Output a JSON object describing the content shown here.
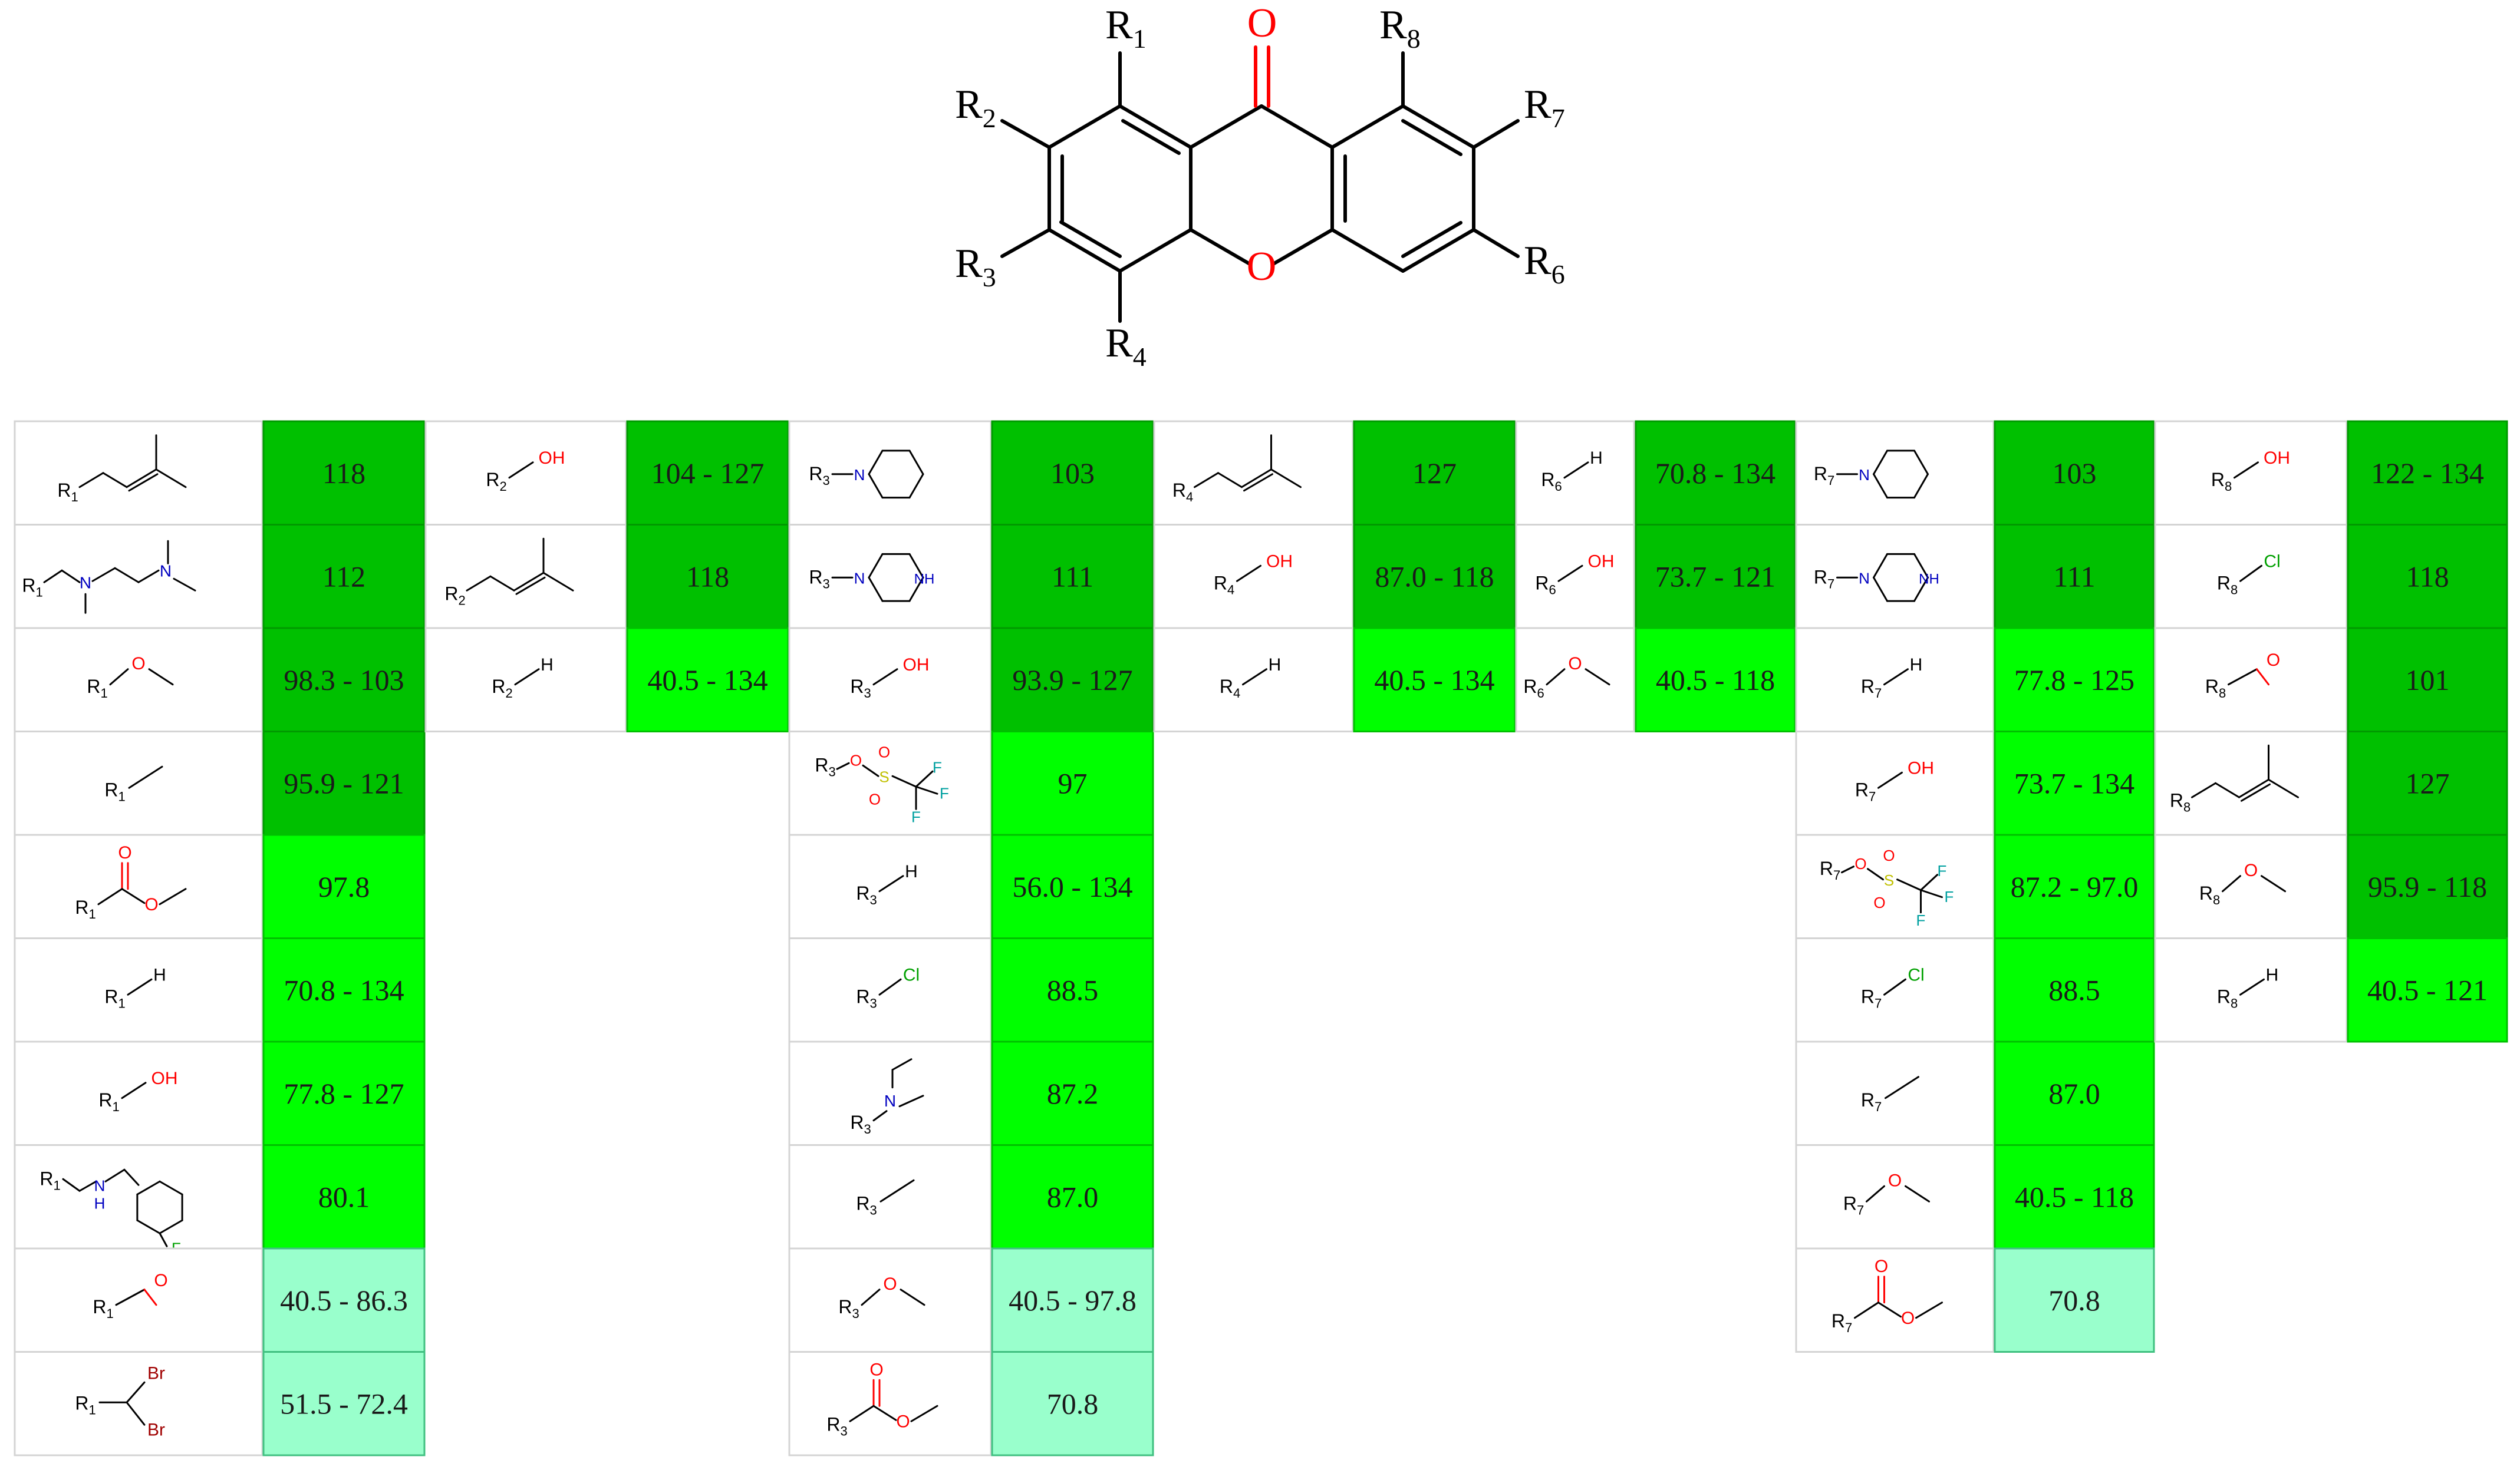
{
  "core": {
    "carbonyl_oxygen": "O",
    "ring_oxygen": "O",
    "labels": [
      {
        "key": "R",
        "sub": "1"
      },
      {
        "key": "R",
        "sub": "2"
      },
      {
        "key": "R",
        "sub": "3"
      },
      {
        "key": "R",
        "sub": "4"
      },
      {
        "key": "R",
        "sub": "6"
      },
      {
        "key": "R",
        "sub": "7"
      },
      {
        "key": "R",
        "sub": "8"
      }
    ]
  },
  "colors": {
    "dark_green": "#00c000",
    "bright_green": "#00ff00",
    "mint": "#99ffcc",
    "oxygen": "#ff0000",
    "nitrogen": "#0000c0",
    "chlorine": "#00a000",
    "fluorine": "#00a0a0",
    "sulfur": "#c0c000",
    "bromine": "#a00000"
  },
  "columns": [
    {
      "position": "1",
      "rows": [
        {
          "frag": "prenyl",
          "value": "118",
          "tier": "dark"
        },
        {
          "frag": "diamine",
          "value": "112",
          "tier": "dark"
        },
        {
          "frag": "methoxy",
          "value": "98.3 - 103",
          "tier": "dark"
        },
        {
          "frag": "methyl",
          "value": "95.9 - 121",
          "tier": "dark"
        },
        {
          "frag": "ester",
          "value": "97.8",
          "tier": "bright"
        },
        {
          "frag": "h",
          "value": "70.8 - 134",
          "tier": "bright"
        },
        {
          "frag": "oh",
          "value": "77.8 - 127",
          "tier": "bright"
        },
        {
          "frag": "fluorobenzylamine",
          "value": "80.1",
          "tier": "bright"
        },
        {
          "frag": "aldehyde",
          "value": "40.5 - 86.3",
          "tier": "mint"
        },
        {
          "frag": "dibromo",
          "value": "51.5 - 72.4",
          "tier": "mint"
        }
      ]
    },
    {
      "position": "2",
      "rows": [
        {
          "frag": "oh",
          "value": "104 - 127",
          "tier": "dark"
        },
        {
          "frag": "prenyl",
          "value": "118",
          "tier": "dark"
        },
        {
          "frag": "h",
          "value": "40.5 - 134",
          "tier": "bright"
        }
      ]
    },
    {
      "position": "3",
      "rows": [
        {
          "frag": "piperidine",
          "value": "103",
          "tier": "dark"
        },
        {
          "frag": "piperazine",
          "value": "111",
          "tier": "dark"
        },
        {
          "frag": "oh",
          "value": "93.9 - 127",
          "tier": "dark"
        },
        {
          "frag": "triflate",
          "value": "97",
          "tier": "bright"
        },
        {
          "frag": "h",
          "value": "56.0 - 134",
          "tier": "bright"
        },
        {
          "frag": "cl",
          "value": "88.5",
          "tier": "bright"
        },
        {
          "frag": "diethylamine",
          "value": "87.2",
          "tier": "bright"
        },
        {
          "frag": "methyl",
          "value": "87.0",
          "tier": "bright"
        },
        {
          "frag": "methoxy",
          "value": "40.5 - 97.8",
          "tier": "mint"
        },
        {
          "frag": "ester",
          "value": "70.8",
          "tier": "mint"
        }
      ]
    },
    {
      "position": "4",
      "rows": [
        {
          "frag": "prenyl",
          "value": "127",
          "tier": "dark"
        },
        {
          "frag": "oh",
          "value": "87.0 - 118",
          "tier": "dark"
        },
        {
          "frag": "h",
          "value": "40.5 - 134",
          "tier": "bright"
        }
      ]
    },
    {
      "position": "6",
      "rows": [
        {
          "frag": "h",
          "value": "70.8 - 134",
          "tier": "dark"
        },
        {
          "frag": "oh",
          "value": "73.7 - 121",
          "tier": "dark"
        },
        {
          "frag": "methoxy",
          "value": "40.5 - 118",
          "tier": "bright"
        }
      ]
    },
    {
      "position": "7",
      "rows": [
        {
          "frag": "piperidine",
          "value": "103",
          "tier": "dark"
        },
        {
          "frag": "piperazine",
          "value": "111",
          "tier": "dark"
        },
        {
          "frag": "h",
          "value": "77.8 - 125",
          "tier": "bright"
        },
        {
          "frag": "oh",
          "value": "73.7 - 134",
          "tier": "bright"
        },
        {
          "frag": "triflate",
          "value": "87.2 - 97.0",
          "tier": "bright"
        },
        {
          "frag": "cl",
          "value": "88.5",
          "tier": "bright"
        },
        {
          "frag": "methyl",
          "value": "87.0",
          "tier": "bright"
        },
        {
          "frag": "methoxy",
          "value": "40.5 - 118",
          "tier": "bright"
        },
        {
          "frag": "ester",
          "value": "70.8",
          "tier": "mint"
        }
      ]
    },
    {
      "position": "8",
      "rows": [
        {
          "frag": "oh",
          "value": "122 - 134",
          "tier": "dark"
        },
        {
          "frag": "cl",
          "value": "118",
          "tier": "dark"
        },
        {
          "frag": "aldehyde",
          "value": "101",
          "tier": "dark"
        },
        {
          "frag": "prenyl",
          "value": "127",
          "tier": "dark"
        },
        {
          "frag": "methoxy",
          "value": "95.9 - 118",
          "tier": "dark"
        },
        {
          "frag": "h",
          "value": "40.5 - 121",
          "tier": "bright"
        }
      ]
    }
  ],
  "fragment_text": {
    "oh": "OH",
    "h": "H",
    "o": "O",
    "n": "N",
    "nh": "NH",
    "cl": "Cl",
    "f": "F",
    "s": "S",
    "br": "Br",
    "hn": "H",
    "r": "R"
  }
}
